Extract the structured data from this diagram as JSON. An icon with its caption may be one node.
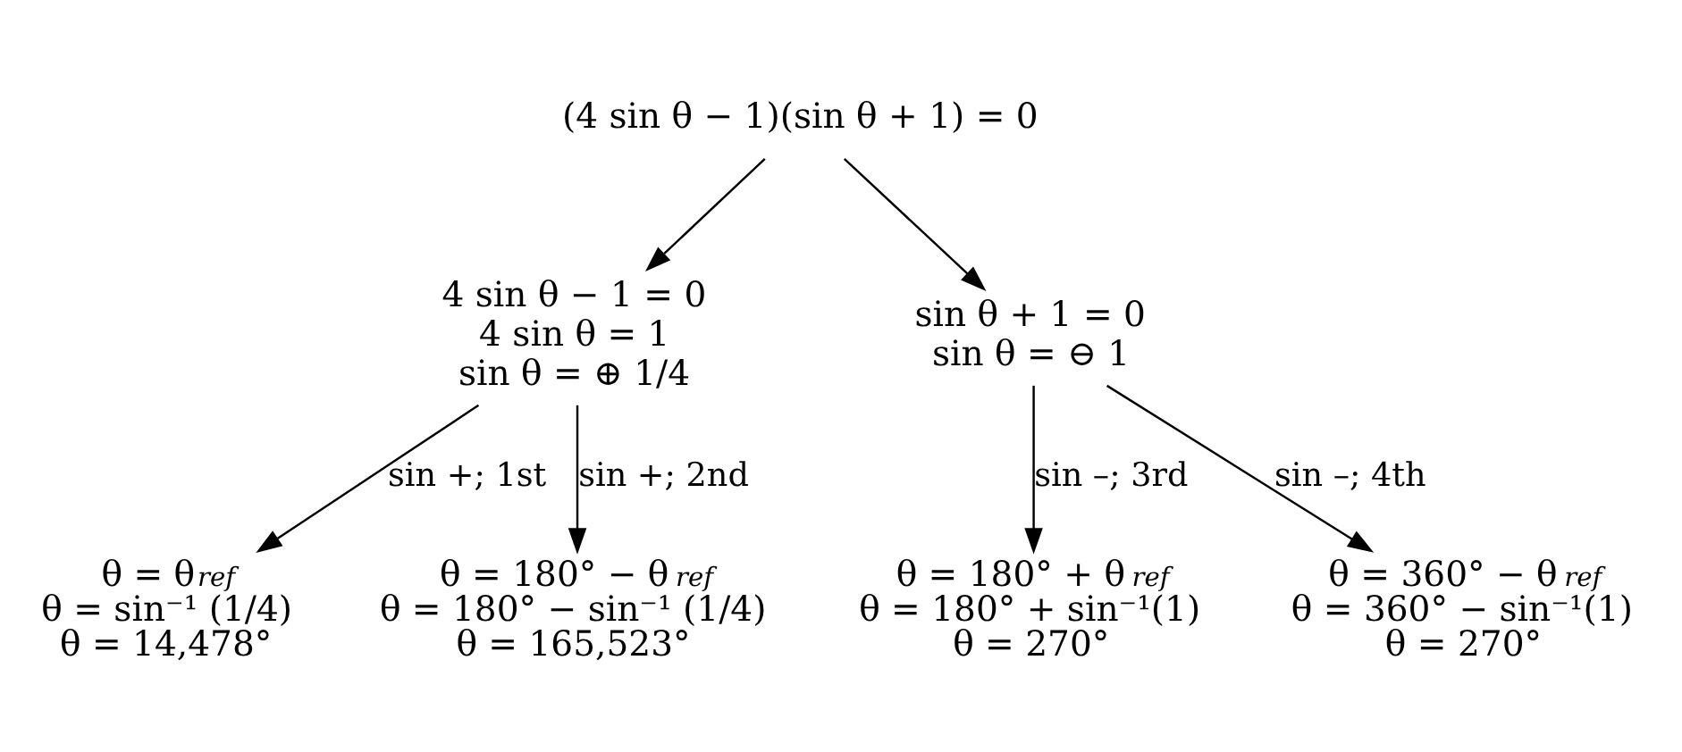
{
  "diagram": {
    "nodes": [
      {
        "text": [
          "(4 sin θ − 1)(sin θ + 1) = 0"
        ]
      },
      {
        "text": [
          "4 sin θ − 1 = 0",
          "4 sin θ = 1",
          "sin θ = ⊕ 1/4"
        ]
      },
      {
        "text": [
          "sin θ + 1 = 0",
          "sin θ = ⊖ 1"
        ]
      },
      {
        "text": [
          "θ = θ$_{ref}$",
          "θ = sin⁻¹ (1/4)",
          "θ = 14,478°"
        ]
      },
      {
        "text": [
          "θ = 180° − θ$_{ref}$",
          "θ = 180° − sin⁻¹ (1/4)",
          "θ = 165,523°"
        ]
      },
      {
        "text": [
          "θ = 180° + θ$_{ref}$",
          "θ = 180° + sin⁻¹(1)",
          "θ = 270°"
        ]
      },
      {
        "text": [
          "θ = 360° − θ$_{ref}$",
          "θ = 360° − sin⁻¹(1)",
          "θ = 270°"
        ]
      }
    ],
    "edges": [
      {
        "from": 0,
        "to": 1,
        "arrow": "to"
      },
      {
        "from": 0,
        "to": 2,
        "arrow": "to"
      },
      {
        "from": 1,
        "to": 3,
        "arrow": "to",
        "label": "sin +; 1st"
      },
      {
        "from": 1,
        "to": 4,
        "arrow": "to",
        "label": "sin +; 2nd"
      },
      {
        "from": 2,
        "to": 5,
        "arrow": "to",
        "label": "sin –; 3rd"
      },
      {
        "from": 2,
        "to": 6,
        "arrow": "to",
        "label": "sin –; 4th"
      }
    ]
  }
}
